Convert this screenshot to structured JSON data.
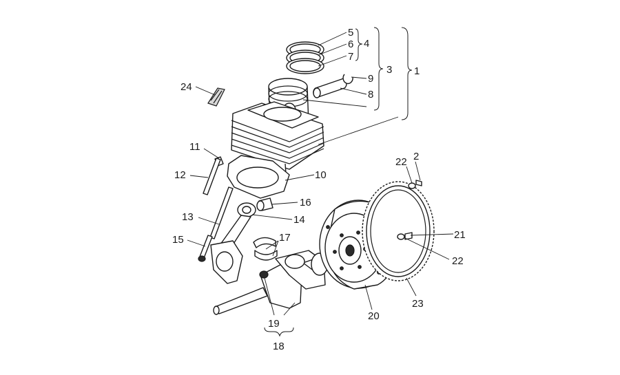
{
  "callouts": {
    "c1": "1",
    "c2": "2",
    "c3": "3",
    "c4": "4",
    "c5": "5",
    "c6": "6",
    "c7": "7",
    "c8": "8",
    "c9": "9",
    "c10": "10",
    "c11": "11",
    "c12": "12",
    "c13": "13",
    "c14": "14",
    "c15": "15",
    "c16": "16",
    "c17": "17",
    "c18": "18",
    "c19": "19",
    "c20": "20",
    "c21": "21",
    "c22a": "22",
    "c22b": "22",
    "c23": "23",
    "c24": "24"
  }
}
